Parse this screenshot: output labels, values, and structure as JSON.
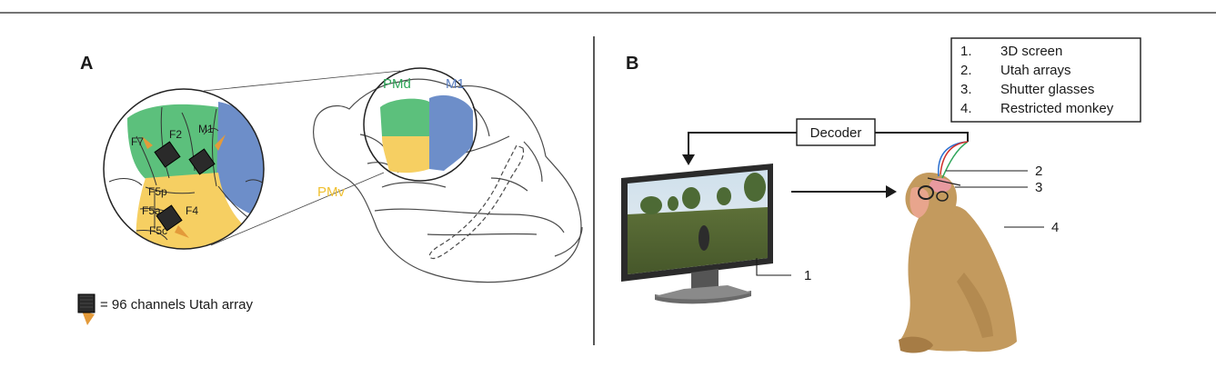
{
  "panel_a": {
    "letter": "A",
    "regions": {
      "pmd": "PMd",
      "m1": "M1",
      "pmv": "PMv"
    },
    "areas": {
      "f7": "F7",
      "f2": "F2",
      "m1": "M1",
      "f5p": "F5p",
      "f5a": "F5a",
      "f4": "F4",
      "f5c": "F5c"
    },
    "legend": "= 96 channels Utah array",
    "colors": {
      "green": "#5cc07c",
      "blue": "#6d8ec9",
      "yellow": "#f6cf62",
      "orange": "#e39a3a"
    }
  },
  "panel_b": {
    "letter": "B",
    "decoder": "Decoder",
    "key": [
      {
        "num": "1.",
        "text": "3D screen"
      },
      {
        "num": "2.",
        "text": "Utah arrays"
      },
      {
        "num": "3.",
        "text": "Shutter glasses"
      },
      {
        "num": "4.",
        "text": "Restricted monkey"
      }
    ],
    "callouts": [
      "1",
      "2",
      "3",
      "4"
    ],
    "colors": {
      "monkey": "#c39a5e",
      "face": "#e8a58d"
    }
  }
}
